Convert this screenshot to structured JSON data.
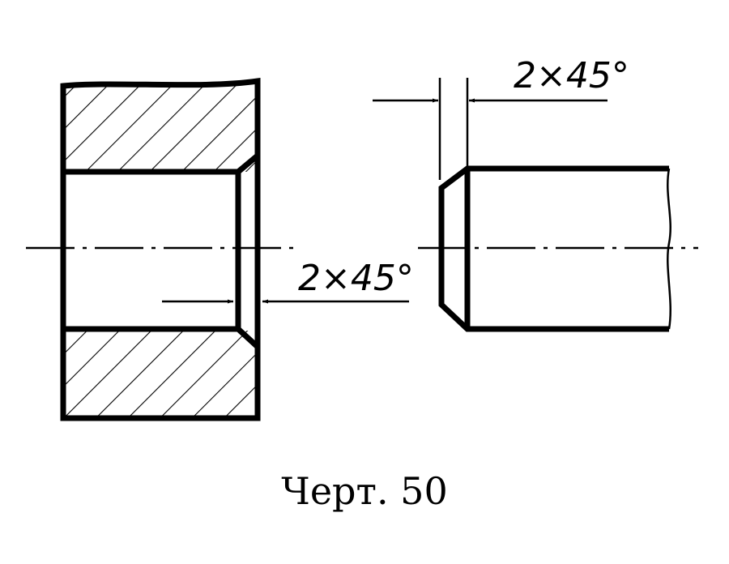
{
  "caption": "Черт. 50",
  "hole_chamfer": {
    "label": "2×45°"
  },
  "shaft_chamfer": {
    "label": "2×45°"
  },
  "colors": {
    "ink": "#000000",
    "paper": "#ffffff"
  }
}
